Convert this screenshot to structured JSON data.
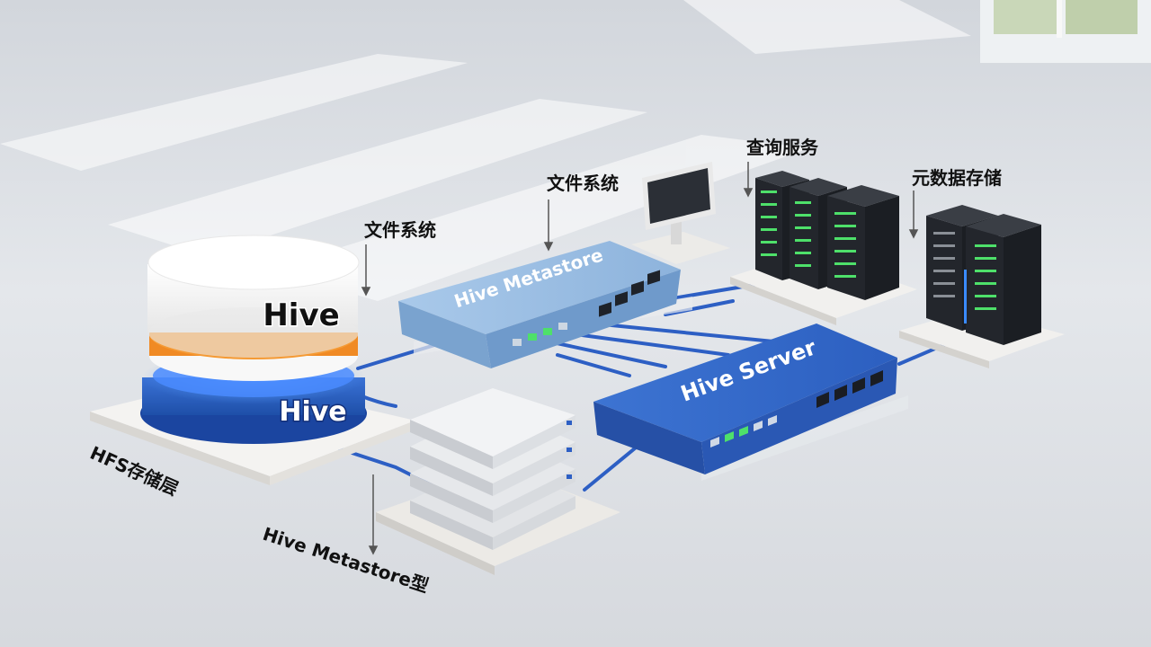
{
  "diagram": {
    "labels": {
      "filesystem_left": "文件系统",
      "filesystem_mid": "文件系统",
      "query_service": "查询服务",
      "metadata_storage": "元数据存储",
      "hfs_layer": "HFS存储层",
      "metastore_type": "Hive Metastore型"
    },
    "devices": {
      "hive_db_top": "Hive",
      "hive_db_bottom": "Hive",
      "metastore_box": "Hive Metastore",
      "server_box": "Hive Server"
    }
  },
  "colors": {
    "hive_blue": "#2f66c8",
    "metastore_blue": "#8fb6de",
    "accent_orange": "#f08a24",
    "server_dark": "#2a2d33",
    "led_green": "#4ee06a",
    "cable_blue": "#2d5fc4"
  }
}
